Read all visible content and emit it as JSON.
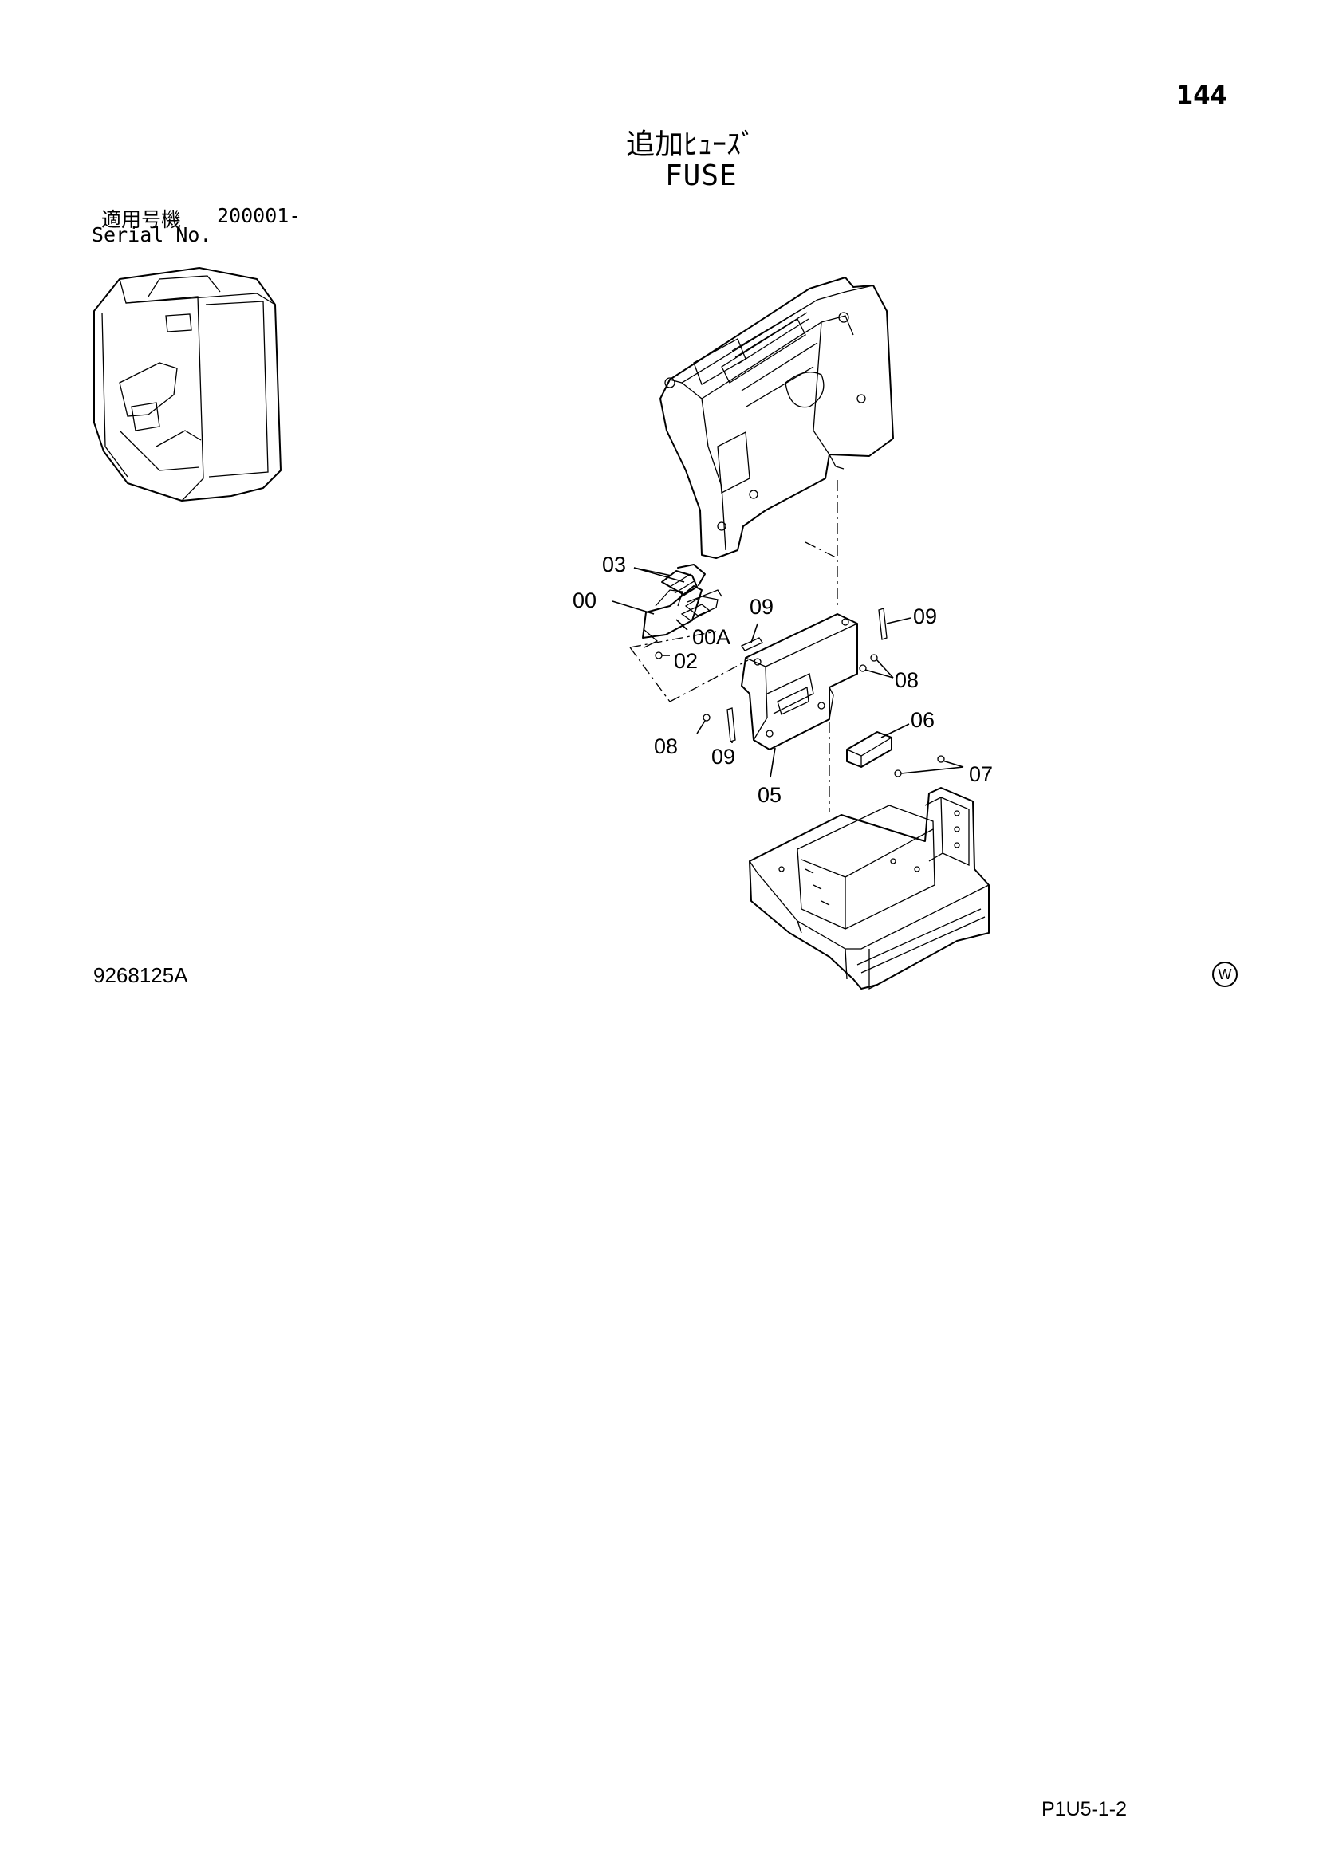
{
  "header": {
    "page_number": "144",
    "title_jp": "追加ﾋｭｰｽﾞ",
    "title_en": "FUSE"
  },
  "serial": {
    "label_jp": "適用号機",
    "value": "200001-",
    "label_en": "Serial No."
  },
  "callouts": {
    "c03": "03",
    "c00": "00",
    "c09a": "09",
    "c00A": "00A",
    "c02": "02",
    "c09b": "09",
    "c08a": "08",
    "c06": "06",
    "c08b": "08",
    "c09c": "09",
    "c07": "07",
    "c05": "05"
  },
  "footer": {
    "drawing_no": "9268125A",
    "mark": "W",
    "page_code": "P1U5-1-2"
  }
}
